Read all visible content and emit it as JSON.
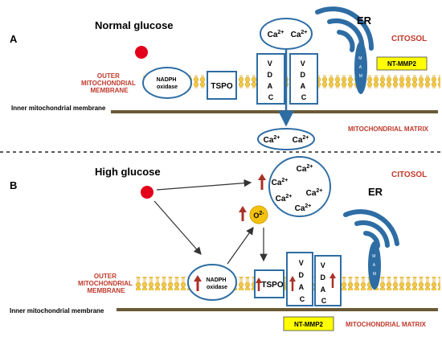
{
  "panelA": {
    "letter": "A",
    "heading": "Normal glucose",
    "er": "ER",
    "citosol": "CITOSOL",
    "mam": "M A M",
    "nt_mmp2": "NT-MMP2",
    "outer_membrane": [
      "OUTER",
      "MITOCHONDRIAL",
      "MEMBRANE"
    ],
    "inner_membrane": "Inner mitochondrial membrane",
    "nadph": [
      "NADPH",
      "oxidase"
    ],
    "tspo": "TSPO",
    "vdac1": [
      "V",
      "D",
      "A",
      "C"
    ],
    "vdac2": [
      "V",
      "D",
      "A",
      "C"
    ],
    "ca_cytosol": [
      "Ca2+",
      "Ca2+"
    ],
    "matrix": "MITOCHONDRIAL MATRIX",
    "ca_matrix": [
      "Ca2+",
      "Ca2+"
    ]
  },
  "panelB": {
    "letter": "B",
    "heading": "High glucose",
    "citosol": "CITOSOL",
    "er": "ER",
    "mam": "M A M",
    "ca_cluster": [
      "Ca2+",
      "Ca2+",
      "Ca2+",
      "Ca2+",
      "Ca2+"
    ],
    "o2": "O2-",
    "outer_membrane": [
      "OUTER",
      "MITOCHONDRIAL",
      "MEMBRANE"
    ],
    "inner_membrane": "Inner mitochondrial  membrane",
    "nadph": [
      "NADPH",
      "oxidase"
    ],
    "tspo": "TSPO",
    "vdac1": [
      "V",
      "D",
      "A",
      "C"
    ],
    "vdac2": [
      "V",
      "D",
      "A",
      "C"
    ],
    "nt_mmp2": "NT-MMP2",
    "matrix": "MITOCHONDRIAL MATRIX"
  },
  "colors": {
    "blue": "#2e6da4",
    "label_red": "#c0392b",
    "glucose_red": "#e3001b",
    "arrow_red": "#a93226",
    "yellow": "#ffff00",
    "membrane_dark": "#6b5a36",
    "lipid": "#f2c94c",
    "o2_fill": "#f4c20d"
  }
}
